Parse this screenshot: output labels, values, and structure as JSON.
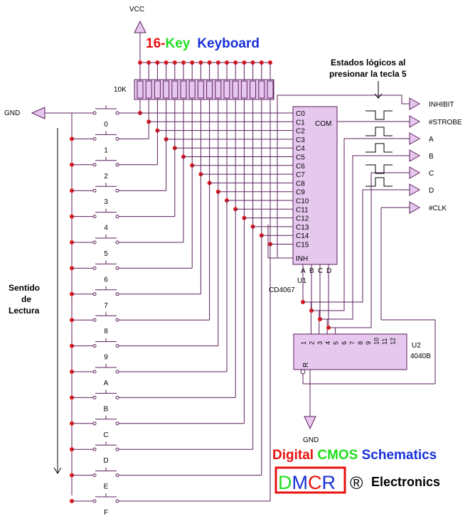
{
  "title": {
    "n": "16",
    "dash": "-",
    "key": "Key",
    "keyboard": "Keyboard"
  },
  "power": {
    "vcc": "VCC",
    "gnd_left": "GND",
    "gnd_bottom": "GND"
  },
  "resistor_label": "10K",
  "annotation": {
    "line1": "Estados lógicos al",
    "line2": "presionar la tecla 5"
  },
  "reading_direction": {
    "line1": "Sentido",
    "line2": "de",
    "line3": "Lectura"
  },
  "keys": [
    "0",
    "1",
    "2",
    "3",
    "4",
    "5",
    "6",
    "7",
    "8",
    "9",
    "A",
    "B",
    "C",
    "D",
    "E",
    "F"
  ],
  "u1": {
    "ref": "U1",
    "part": "CD4067",
    "pins_in": [
      "C0",
      "C1",
      "C2",
      "C3",
      "C4",
      "C5",
      "C6",
      "C7",
      "C8",
      "C9",
      "C10",
      "C11",
      "C12",
      "C13",
      "C14",
      "C15"
    ],
    "com": "COM",
    "inh": "INH",
    "sel": [
      "A",
      "B",
      "C",
      "D"
    ]
  },
  "u2": {
    "ref": "U2",
    "part": "4040B",
    "pins": [
      "1",
      "2",
      "3",
      "4",
      "5",
      "6",
      "7",
      "8",
      "9",
      "10",
      "11",
      "12"
    ],
    "reset": "R"
  },
  "outputs": [
    "INHIBIT",
    "#STROBE",
    "A",
    "B",
    "C",
    "D",
    "#CLK"
  ],
  "footer": {
    "digital": "Digital",
    "cmos": "CMOS",
    "schematics": "Schematics",
    "brand_d": "D",
    "brand_m": "M",
    "brand_c": "C",
    "brand_r": "R",
    "reg": "®",
    "electronics": "Electronics"
  },
  "colors": {
    "chip_fill": "#e6c8ef",
    "wire": "#5c1f5c",
    "junction": "#e0191a",
    "red": "#e81111",
    "green": "#22dd22",
    "blue": "#1830d8",
    "gray": "#7a7a7a"
  }
}
